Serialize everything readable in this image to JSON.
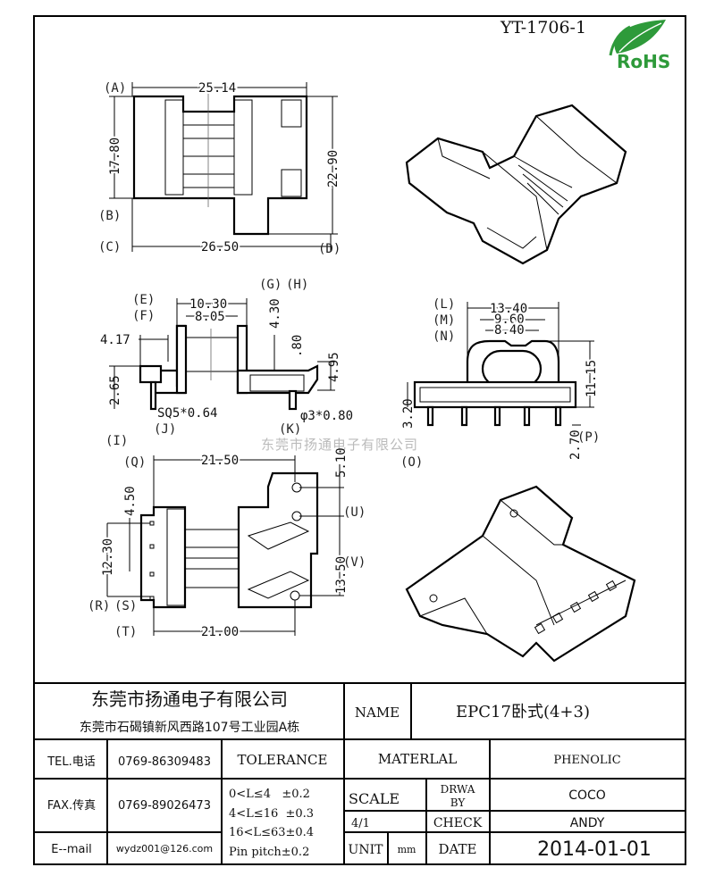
{
  "header": {
    "part_number": "YT-1706-1",
    "rohs_logo_text": "RoHS"
  },
  "watermark": "东莞市扬通电子有限公司",
  "views": {
    "top_view": {
      "dims": {
        "a": "25.14",
        "b": "17.80",
        "c": "26.50",
        "d": "22.90"
      },
      "labels": {
        "a": "(A)",
        "b": "(B)",
        "c": "(C)",
        "d": "(D)"
      }
    },
    "side_view": {
      "dims": {
        "e": "10.30",
        "f": "8.05",
        "left": "4.17",
        "g": "4.30",
        "h": "4.95",
        "k": ".80",
        "j_height": "2.65",
        "pin_sq": "SQ5*0.64",
        "pin_round": "φ3*0.80"
      },
      "labels": {
        "e": "(E)",
        "f": "(F)",
        "g": "(G)",
        "h": "(H)",
        "j": "(J)",
        "k": "(K)"
      }
    },
    "end_view": {
      "dims": {
        "l": "13.40",
        "m": "9.60",
        "n": "8.40",
        "height": "11.15",
        "o": "3.20",
        "p": "2.70"
      },
      "labels": {
        "l": "(L)",
        "m": "(M)",
        "n": "(N)",
        "o": "(O)",
        "p": "(P)"
      }
    },
    "bottom_view": {
      "dims": {
        "q": "21.50",
        "t": "21.00",
        "r": "12.30",
        "s": "4.50",
        "u": "5.10",
        "v": "13.50"
      },
      "labels": {
        "i": "(I)",
        "q": "(Q)",
        "r": "(R)",
        "s": "(S)",
        "t": "(T)",
        "u": "(U)",
        "v": "(V)"
      }
    }
  },
  "title_block": {
    "company": "东莞市扬通电子有限公司",
    "address": "东莞市石碣镇新风西路107号工业园A栋",
    "name_label": "NAME",
    "name_value": "EPC17卧式(4+3)",
    "tel_label": "TEL.电话",
    "tel_value": "0769-86309483",
    "fax_label": "FAX.传真",
    "fax_value": "0769-89026473",
    "email_label": "E--mail",
    "email_value": "wydz001@126.com",
    "tolerance_label": "TOLERANCE",
    "tolerances": [
      "0<L≤4   ±0.2",
      "4<L≤16  ±0.3",
      "16<L≤63±0.4",
      "Pin pitch±0.2"
    ],
    "material_label": "MATERLAL",
    "material_value": "PHENOLIC",
    "scale_label": "SCALE",
    "scale_value": "4/1",
    "drawn_by_label_1": "DRWA",
    "drawn_by_label_2": "BY",
    "drawn_by_value": "COCO",
    "check_label": "CHECK",
    "check_value": "ANDY",
    "unit_label": "UNIT",
    "unit_value": "mm",
    "date_label": "DATE",
    "date_value": "2014-01-01"
  }
}
